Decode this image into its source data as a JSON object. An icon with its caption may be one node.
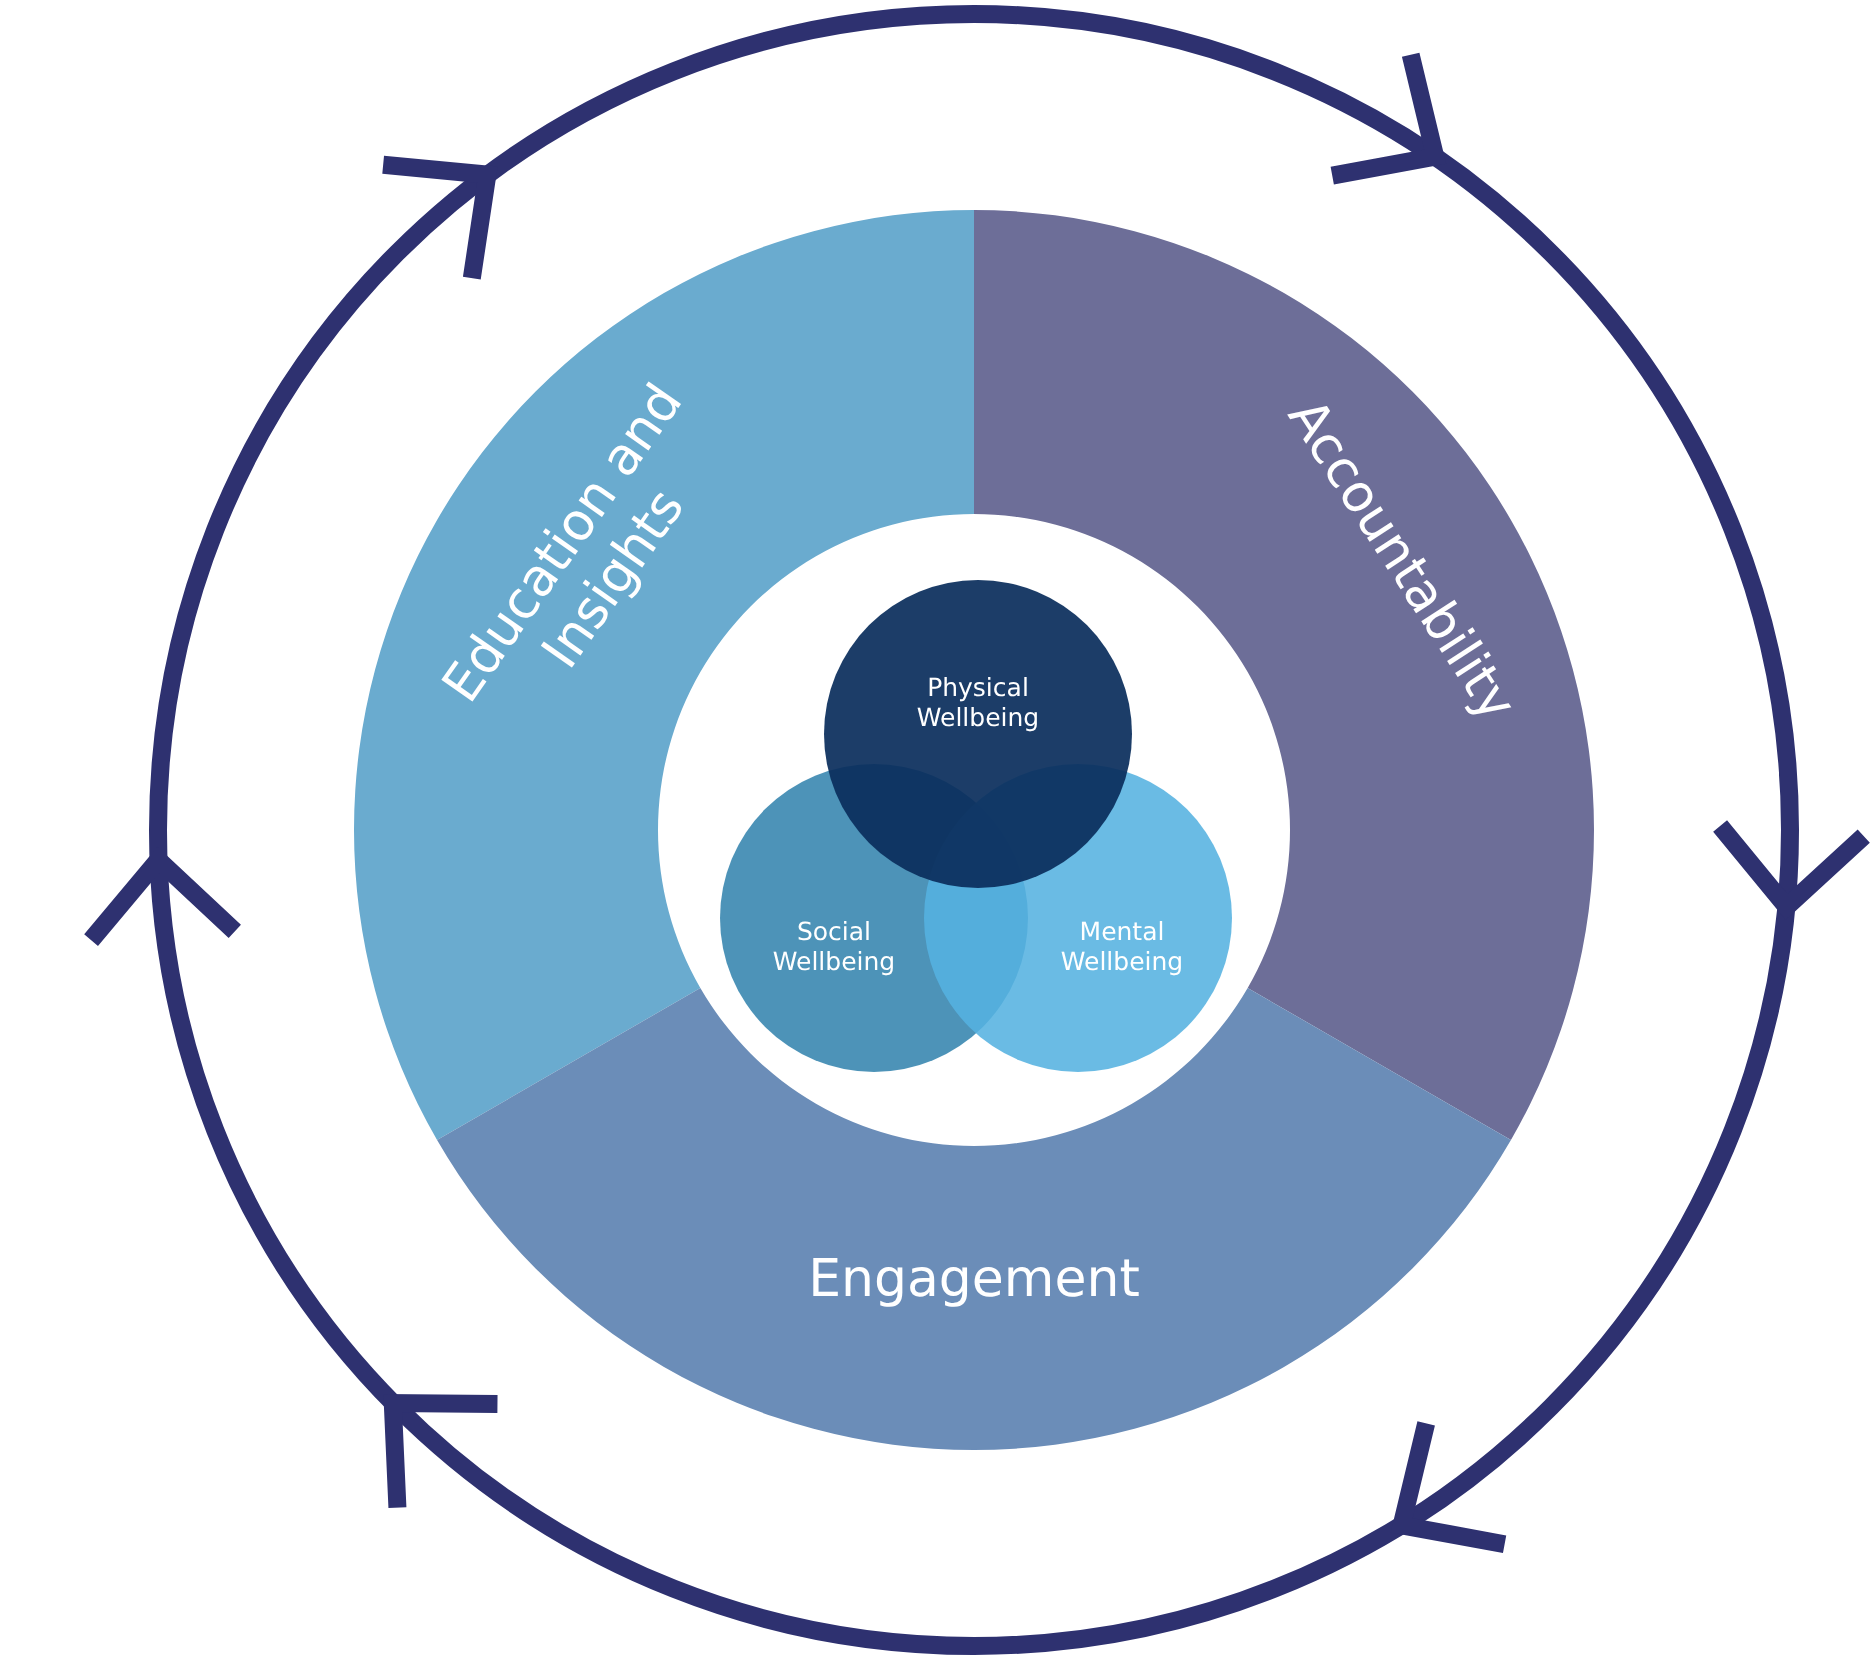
{
  "diagram": {
    "nodes": [
      {
        "text": [
          "Education and Insights"
        ]
      },
      {
        "text": [
          "Accountability"
        ]
      },
      {
        "text": [
          "Engagement"
        ]
      },
      {
        "text": [
          "Physical Wellbeing"
        ]
      },
      {
        "text": [
          "Social Wellbeing"
        ]
      },
      {
        "text": [
          "Mental Wellbeing"
        ]
      }
    ]
  }
}
